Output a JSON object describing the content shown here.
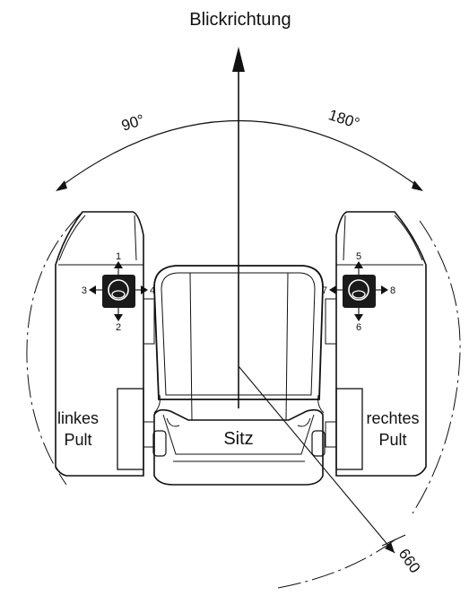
{
  "diagram": {
    "title": "Blickrichtung",
    "angle_left": "90°",
    "angle_right": "180°",
    "seat_label": "Sitz",
    "left_console": {
      "line1": "linkes",
      "line2": "Pult"
    },
    "right_console": {
      "line1": "rechtes",
      "line2": "Pult"
    },
    "left_joystick": {
      "up": "1",
      "down": "2",
      "left": "3",
      "right": "4"
    },
    "right_joystick": {
      "up": "5",
      "down": "6",
      "left": "7",
      "right": "8"
    },
    "dimension": "660",
    "colors": {
      "line": "#111111",
      "fill_dark": "#1a1a1a",
      "background": "#ffffff"
    }
  }
}
